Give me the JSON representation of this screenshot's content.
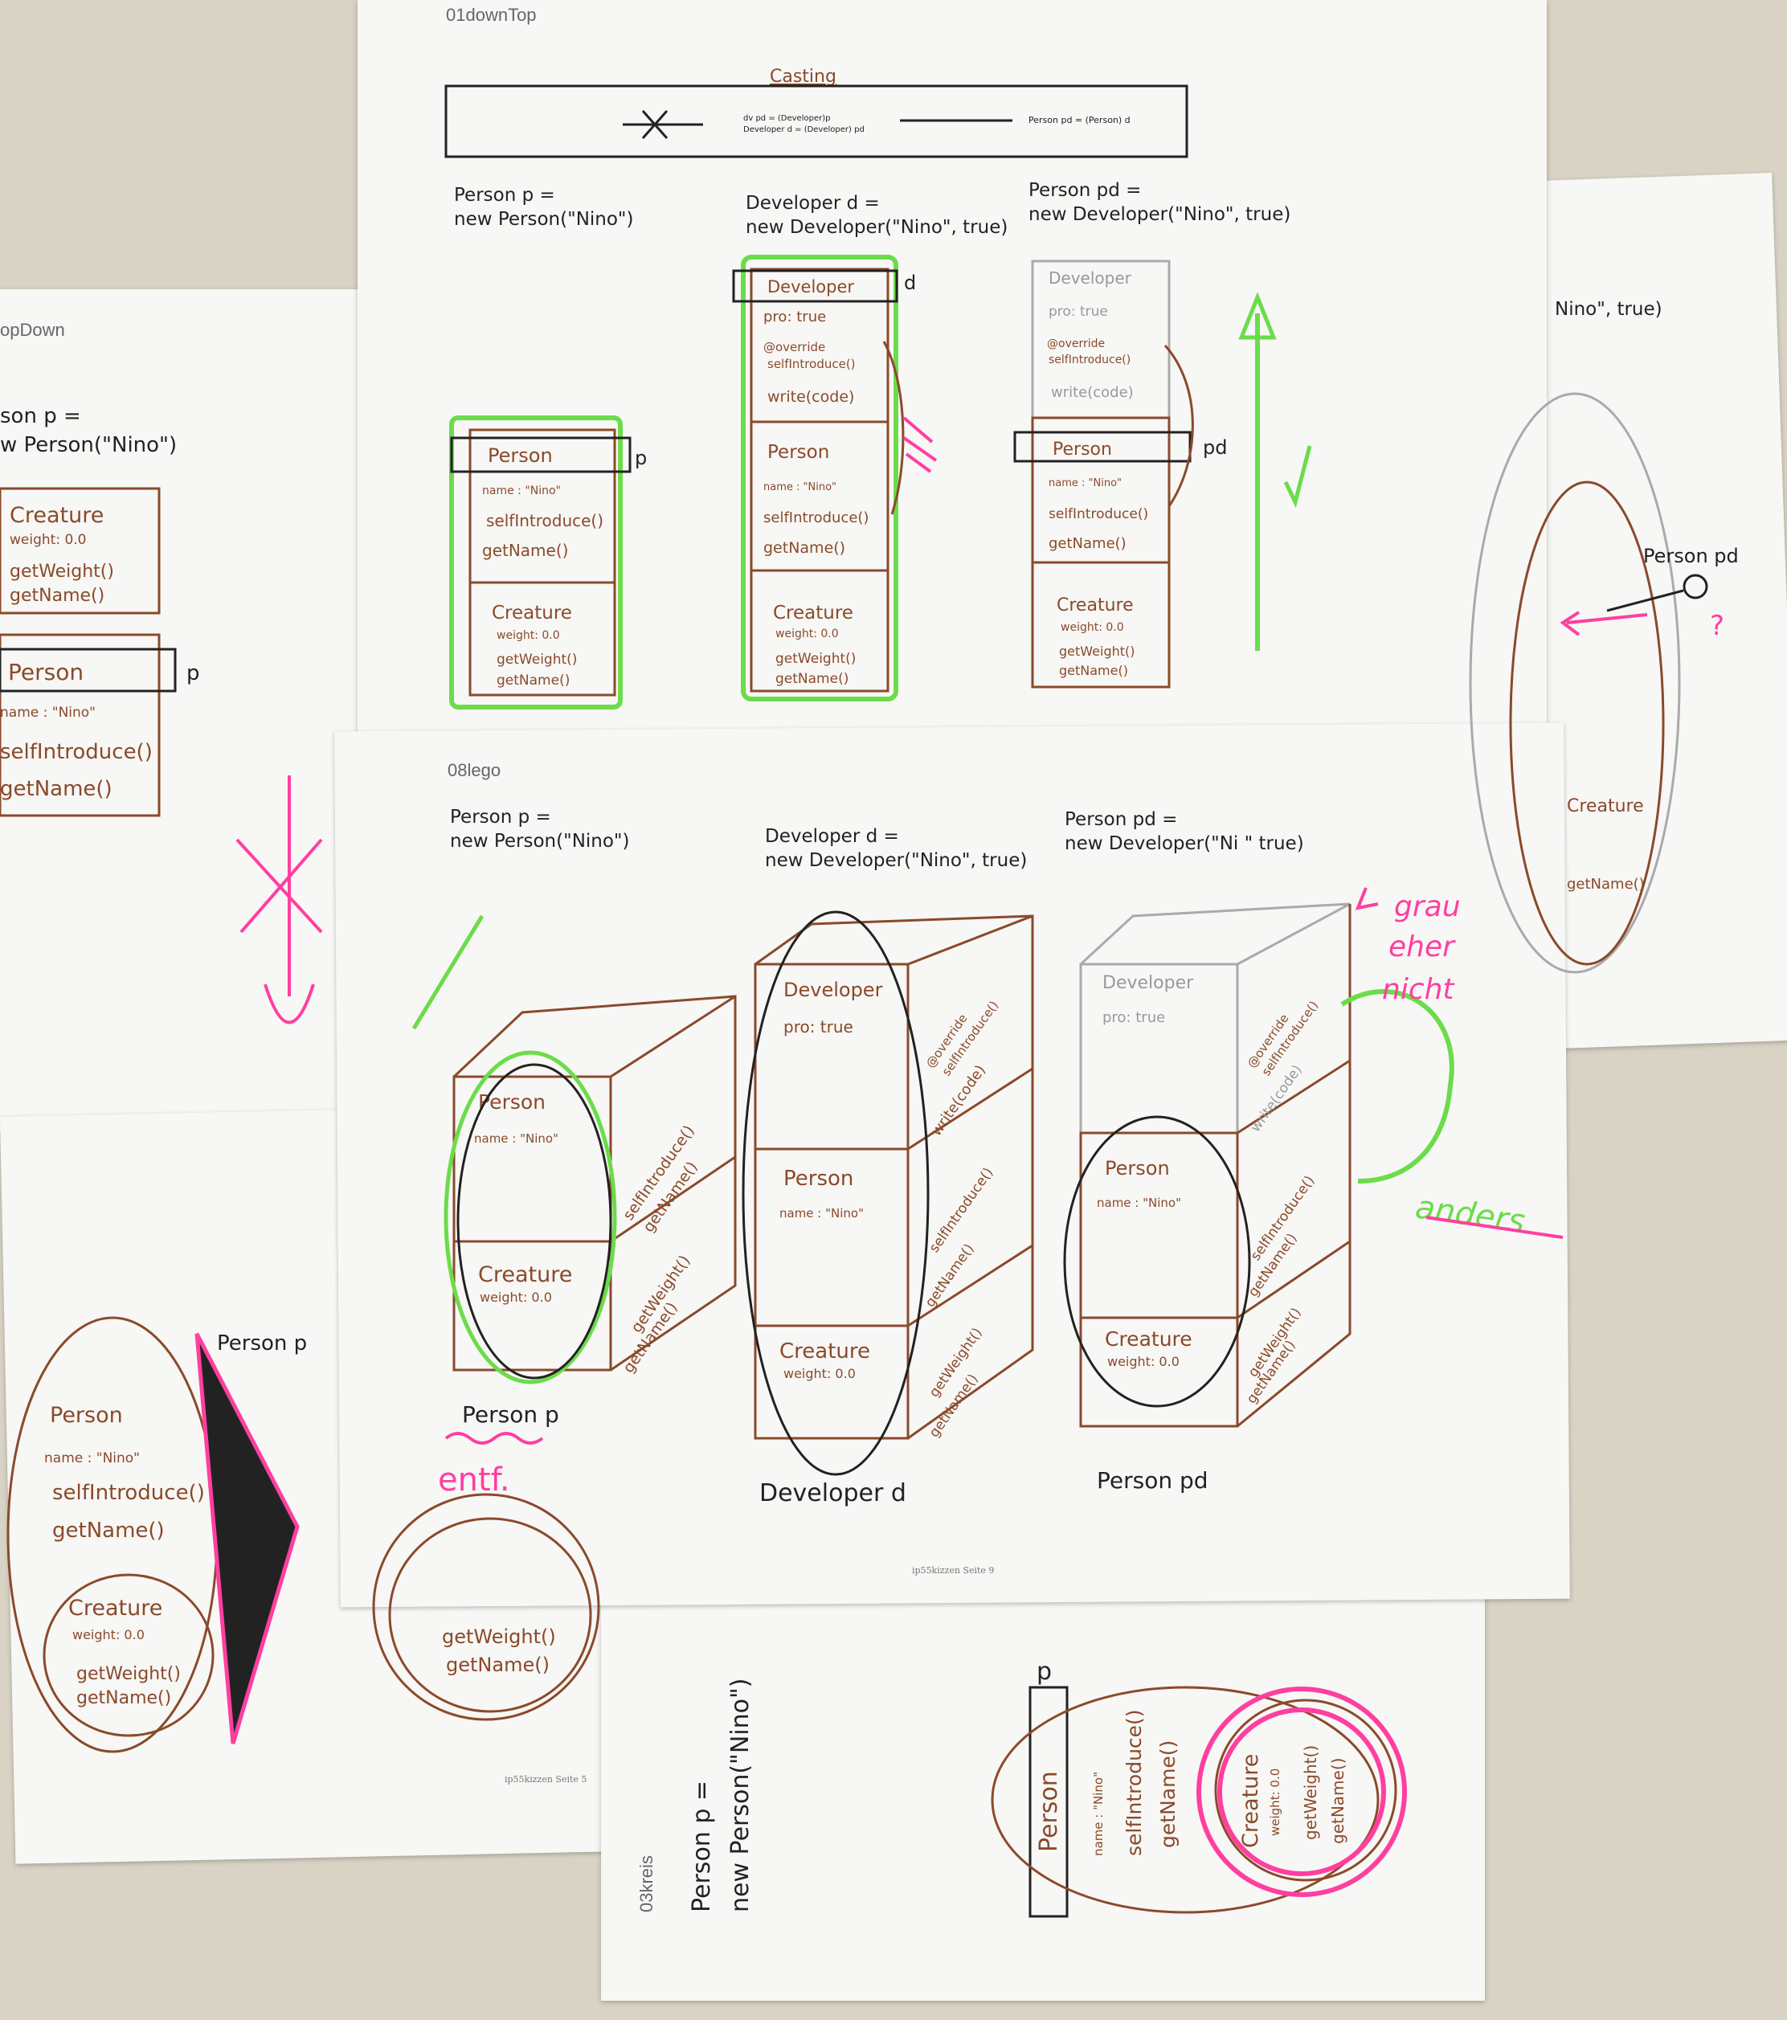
{
  "sheets": {
    "top": {
      "label": "01downTop",
      "casting_title": "Casting",
      "casting_left_text_1": "dv pd  =  (Developer)p",
      "casting_left_text_2": "Developer d = (Developer) pd",
      "casting_right_text": "Person pd = (Person) d",
      "code_p_1": "Person   p =",
      "code_p_2": "new Person(\"Nino\")",
      "code_d_1": "Developer d =",
      "code_d_2": "new Developer(\"Nino\", true)",
      "code_pd_1": "Person  pd =",
      "code_pd_2": "new Developer(\"Nino\", true)"
    },
    "left": {
      "label": "opDown",
      "code_1": "son   p =",
      "code_2": "w Person(\"Nino\")",
      "side_label": "Person p"
    },
    "middle": {
      "label": "08lego",
      "code_p_1": "Person   p =",
      "code_p_2": "new Person(\"Nino\")",
      "code_d_1": "Developer d =",
      "code_d_2": "new Developer(\"Nino\", true)",
      "code_pd_1": "Person  pd =",
      "code_pd_2": "new Developer(\"Ni \" true)",
      "caption_p": "Person p",
      "caption_d": "Developer d",
      "caption_pd": "Person pd",
      "note_entf": "entf.",
      "note_grau_1": "grau",
      "note_grau_2": "eher",
      "note_grau_3": "nicht",
      "note_anders": "anders",
      "footer": "ip55kizzen Seite 9"
    },
    "bottom": {
      "label": "03kreis",
      "code_1": "Person   p =",
      "code_2": "new Person(\"Nino\")",
      "ref": "p"
    },
    "right": {
      "code": "Nino\", true)",
      "ref": "Person pd",
      "question": "?"
    },
    "bottom_left": {
      "footer": "ip55kizzen Seite 5"
    }
  },
  "blocks": {
    "developer": "Developer",
    "pro": "pro: true",
    "override": "@override",
    "self_introduce": "selfIntroduce()",
    "write_code": "write(code)",
    "person": "Person",
    "name": "name : \"Nino\"",
    "get_name": "getName()",
    "creature": "Creature",
    "weight": "weight: 0.0",
    "get_weight": "getWeight()"
  },
  "colors": {
    "paper": "#f7f7f5",
    "background": "#d8d3c4",
    "brown_ink": "#8a4a2b",
    "green_marker": "#6bdc4a",
    "pink_marker": "#ff3fa0",
    "black_ink": "#222222"
  }
}
